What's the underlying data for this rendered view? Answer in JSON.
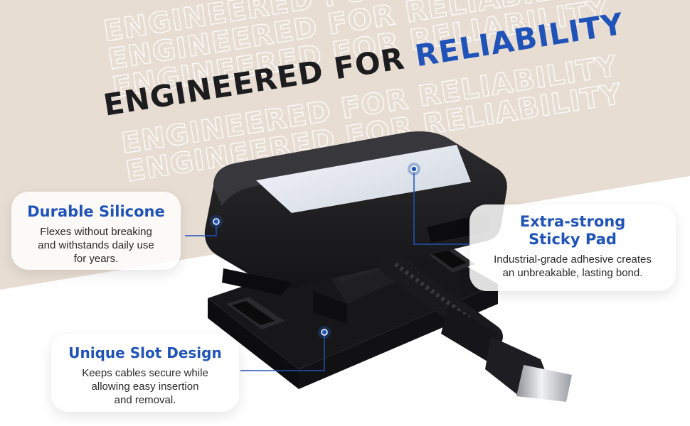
{
  "headline": {
    "prefix": "ENGINEERED FOR ",
    "accent": "RELIABILITY",
    "watermark_line": "ENGINEERED FOR RELIABILITY"
  },
  "callouts": {
    "durable": {
      "title": "Durable Silicone",
      "lines": [
        "Flexes without breaking",
        "and withstands daily use",
        "for years."
      ]
    },
    "sticky": {
      "title_lines": [
        "Extra-strong",
        "Sticky Pad"
      ],
      "lines": [
        "Industrial-grade adhesive creates",
        "an unbreakable, lasting bond."
      ]
    },
    "slot": {
      "title": "Unique Slot Design",
      "lines": [
        "Keeps cables secure while",
        "allowing easy insertion",
        "and removal."
      ]
    }
  },
  "colors": {
    "accent": "#1f53b8",
    "background_beige": "#e7ddd3",
    "heading_dark": "#1d1d1f",
    "product_black": "#1b1b1d"
  },
  "icons": {
    "hotspot": "hotspot-dot-icon"
  }
}
